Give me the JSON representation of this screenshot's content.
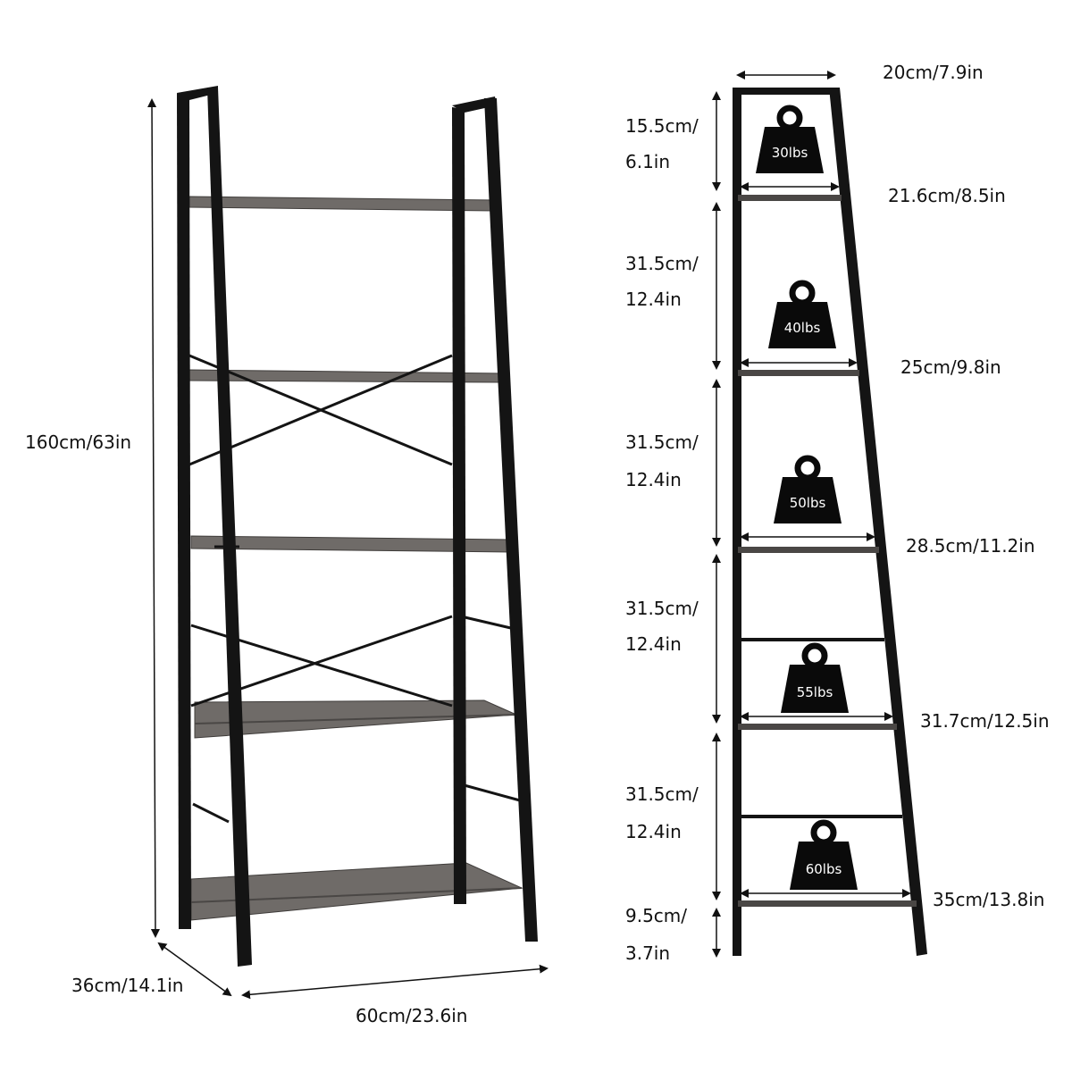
{
  "colors": {
    "frame": "#141414",
    "shelf": "#6f6b68",
    "shelf_edge": "#4a4745",
    "weight": "#0a0a0a",
    "text": "#111111"
  },
  "front_view": {
    "height_label": "160cm/63in",
    "depth_label": "36cm/14.1in",
    "width_label": "60cm/23.6in"
  },
  "side_view": {
    "top_width_label": "20cm/7.9in",
    "spacings": [
      {
        "line1": "15.5cm/",
        "line2": "6.1in"
      },
      {
        "line1": "31.5cm/",
        "line2": "12.4in"
      },
      {
        "line1": "31.5cm/",
        "line2": "12.4in"
      },
      {
        "line1": "31.5cm/",
        "line2": "12.4in"
      },
      {
        "line1": "31.5cm/",
        "line2": "12.4in"
      },
      {
        "line1": "9.5cm/",
        "line2": "3.7in"
      }
    ],
    "shelves": [
      {
        "depth_label": "21.6cm/8.5in",
        "load": "30lbs"
      },
      {
        "depth_label": "25cm/9.8in",
        "load": "40lbs"
      },
      {
        "depth_label": "28.5cm/11.2in",
        "load": "50lbs"
      },
      {
        "depth_label": "31.7cm/12.5in",
        "load": "55lbs"
      },
      {
        "depth_label": "35cm/13.8in",
        "load": "60lbs"
      }
    ]
  }
}
